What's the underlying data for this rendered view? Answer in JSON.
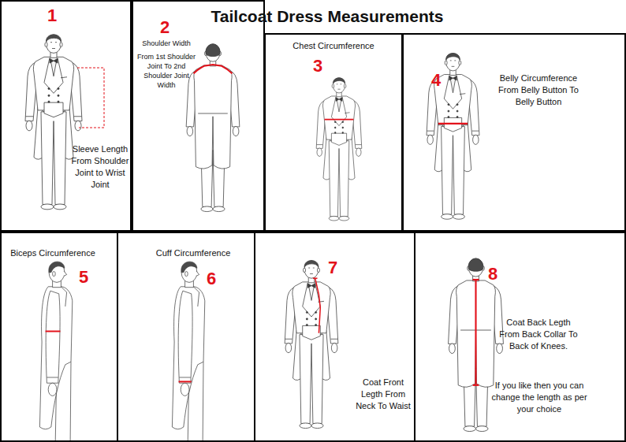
{
  "diagram": {
    "title": "Tailcoat Dress Measurements",
    "nodes": [
      {
        "text": [
          "1",
          "Sleeve Length From Shoulder Joint to Wrist Joint"
        ]
      },
      {
        "text": [
          "2",
          "Shoulder Width",
          "From 1st Shoulder Joint To 2nd Shoulder Joint Width"
        ]
      },
      {
        "text": [
          "Chest Circumference",
          "3"
        ]
      },
      {
        "text": [
          "4",
          "Belly Circumference From Belly Button To Belly Button"
        ]
      },
      {
        "text": [
          "Biceps Circumference",
          "5"
        ]
      },
      {
        "text": [
          "Cuff Circumference",
          "6"
        ]
      },
      {
        "text": [
          "7",
          "Coat Front Legth From Neck To Waist"
        ]
      },
      {
        "text": [
          "8",
          "Coat Back Legth From Back Collar To Back of Knees.",
          "If you like then you can change the length as per your choice"
        ]
      }
    ]
  }
}
